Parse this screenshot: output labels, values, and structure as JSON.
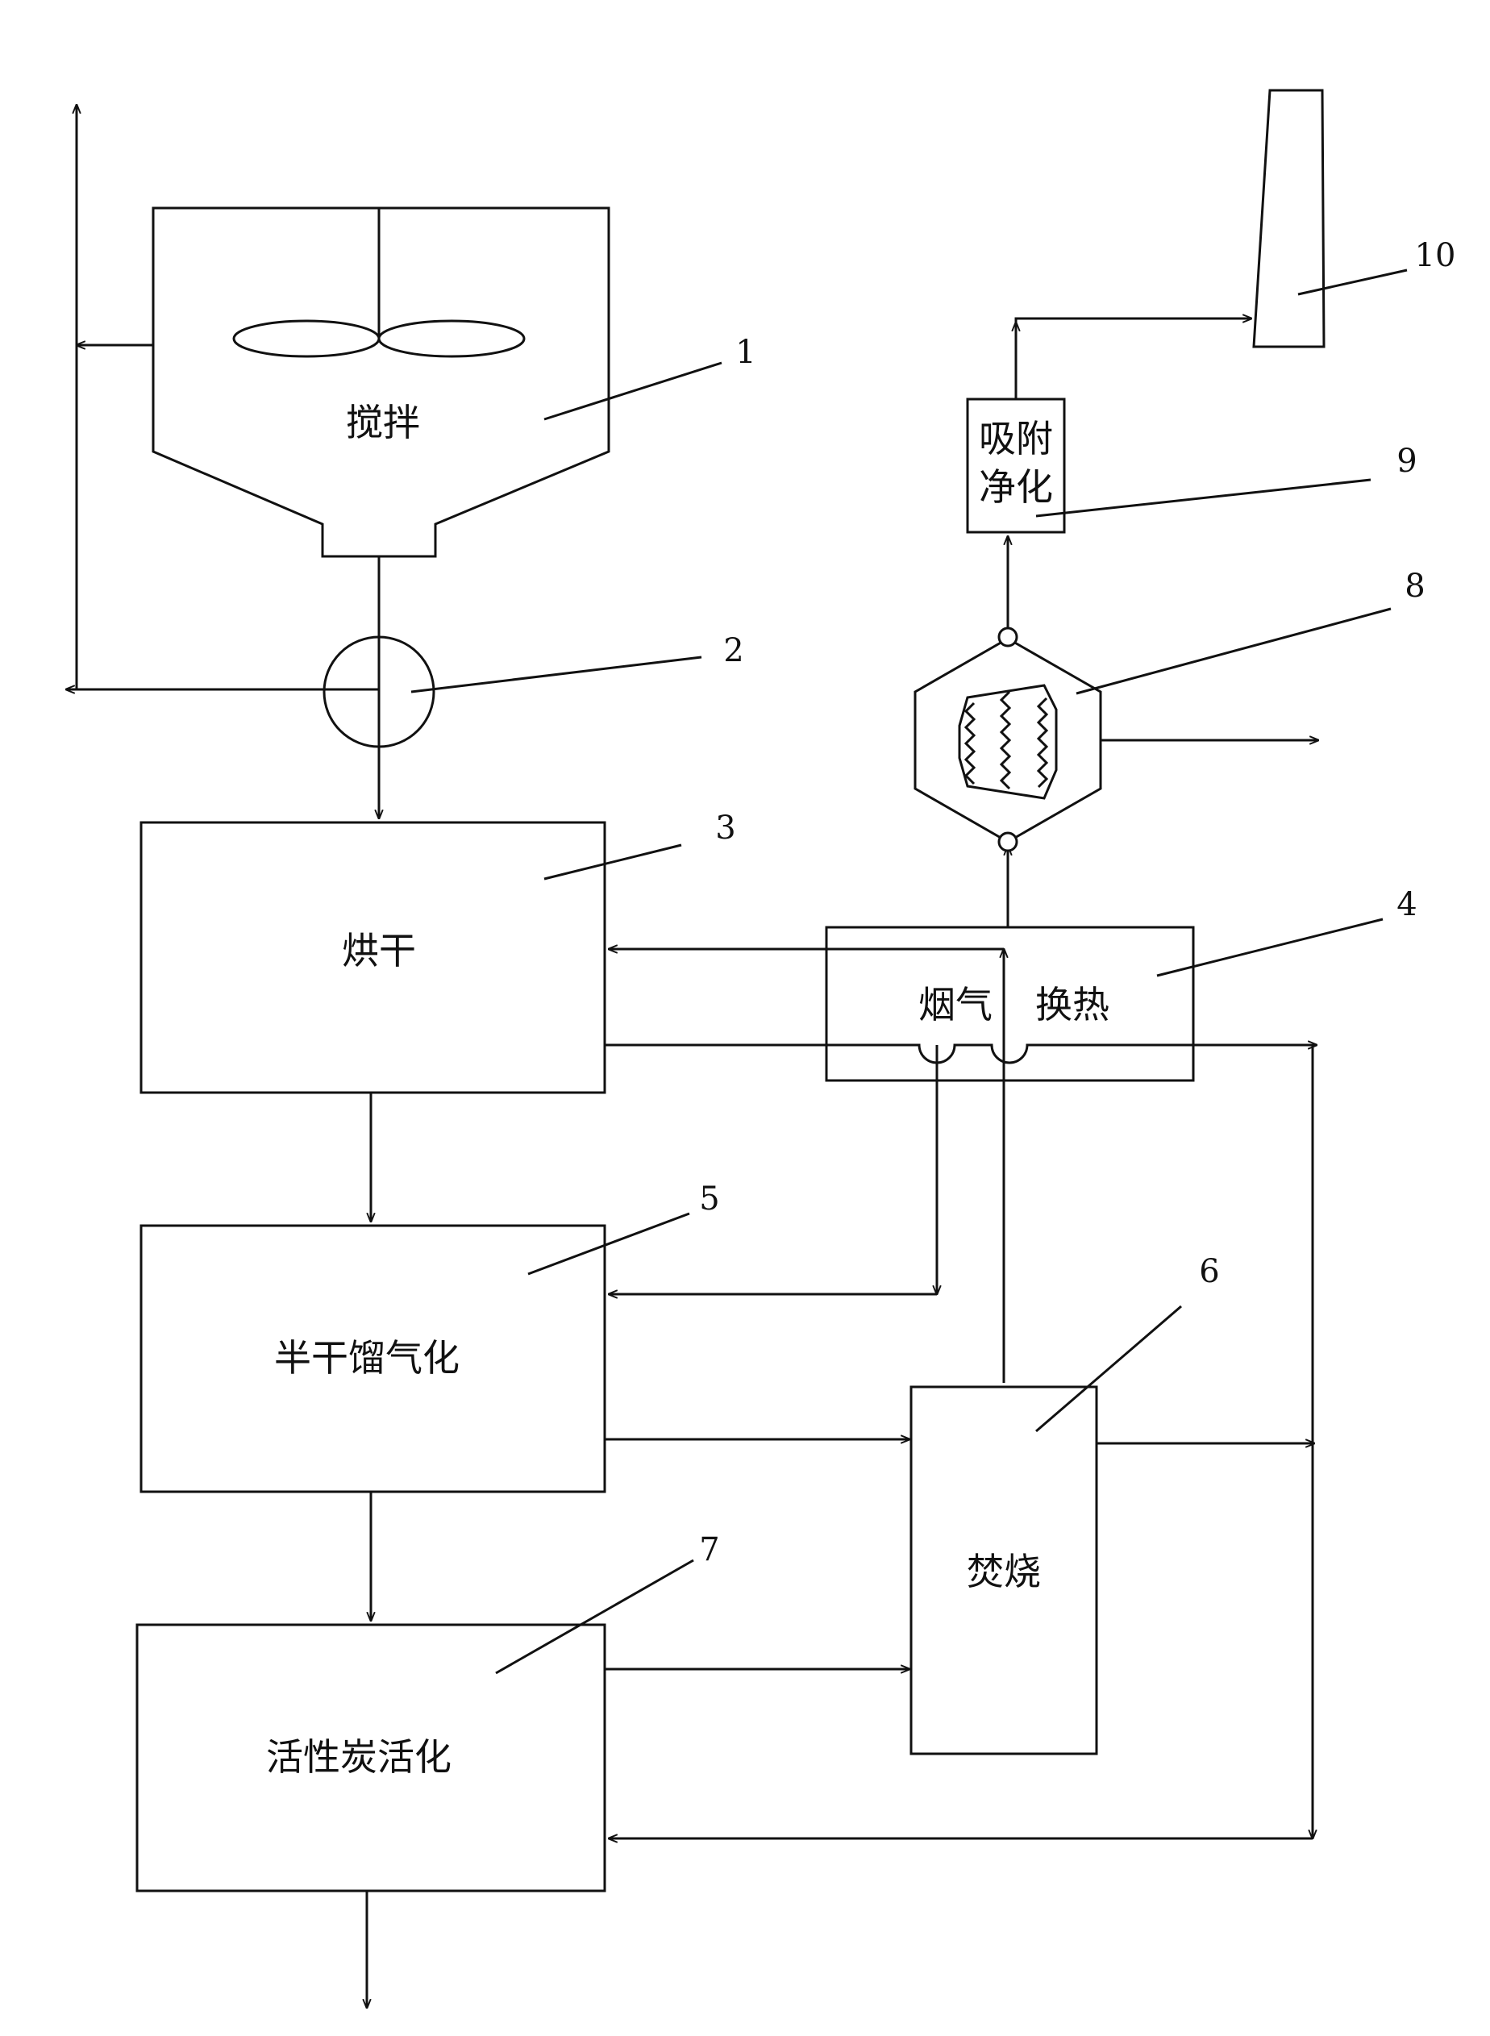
{
  "diagram": {
    "stages": {
      "mixing": "搅拌",
      "drying": "烘干",
      "flue_gas": "烟气",
      "heat_exchange": "换热",
      "gasification": "半干馏气化",
      "incineration": "焚烧",
      "activation": "活性炭活化",
      "adsorption_line1": "吸附",
      "adsorption_line2": "净化"
    },
    "callouts": [
      "1",
      "2",
      "3",
      "4",
      "5",
      "6",
      "7",
      "8",
      "9",
      "10"
    ]
  }
}
